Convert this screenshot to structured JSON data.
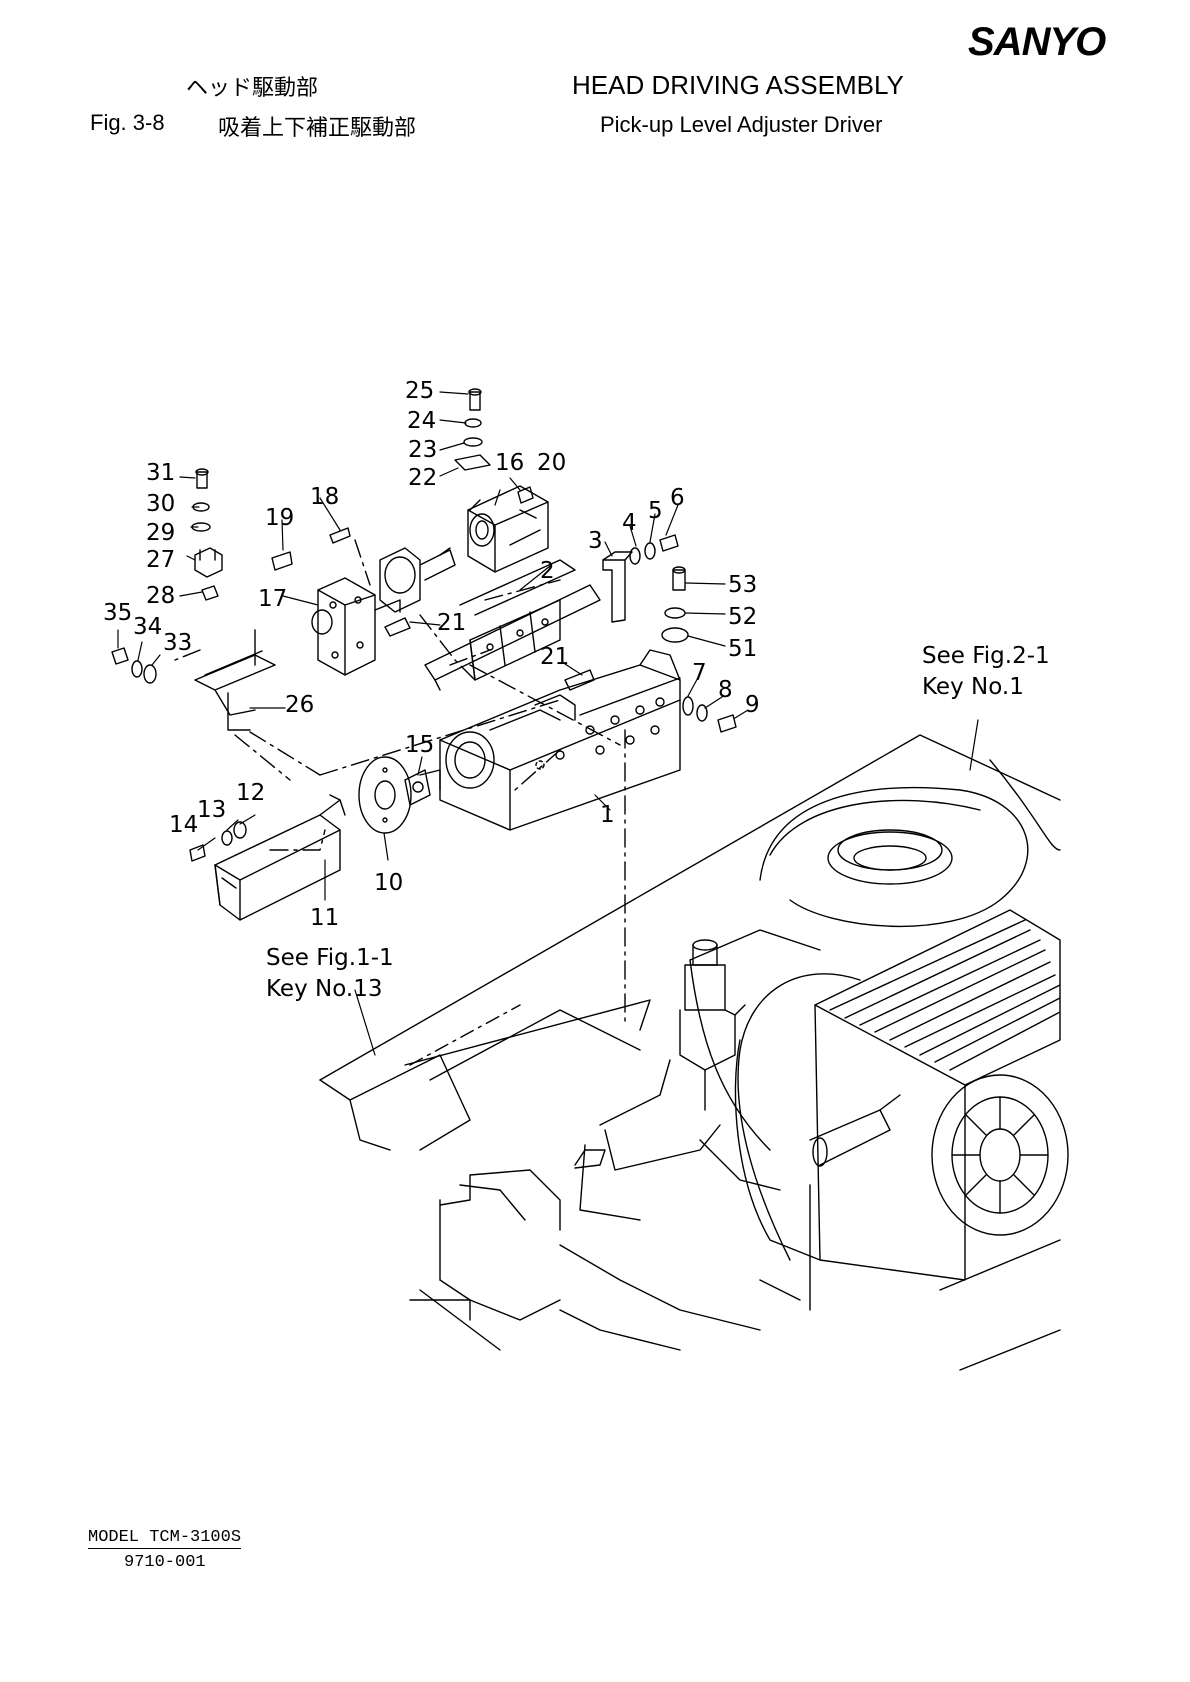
{
  "header": {
    "title_jp": "ヘッド駆動部",
    "fig_number": "Fig.  3-8",
    "subtitle_jp": "吸着上下補正駆動部",
    "title_en": "HEAD DRIVING ASSEMBLY",
    "subtitle_en": "Pick-up Level Adjuster Driver",
    "brand": "SANYO"
  },
  "footer": {
    "model": "MODEL TCM-3100S",
    "doc_code": "9710-001"
  },
  "callouts": [
    "1",
    "2",
    "3",
    "4",
    "5",
    "6",
    "7",
    "8",
    "9",
    "10",
    "11",
    "12",
    "13",
    "14",
    "15",
    "16",
    "17",
    "18",
    "19",
    "20",
    "21",
    "21",
    "22",
    "23",
    "24",
    "25",
    "26",
    "27",
    "28",
    "29",
    "30",
    "31",
    "33",
    "34",
    "35",
    "51",
    "52",
    "53"
  ],
  "cross_refs": [
    {
      "line1": "See Fig.2-1",
      "line2": "Key No.1"
    },
    {
      "line1": "See Fig.1-1",
      "line2": "Key No.13"
    }
  ]
}
